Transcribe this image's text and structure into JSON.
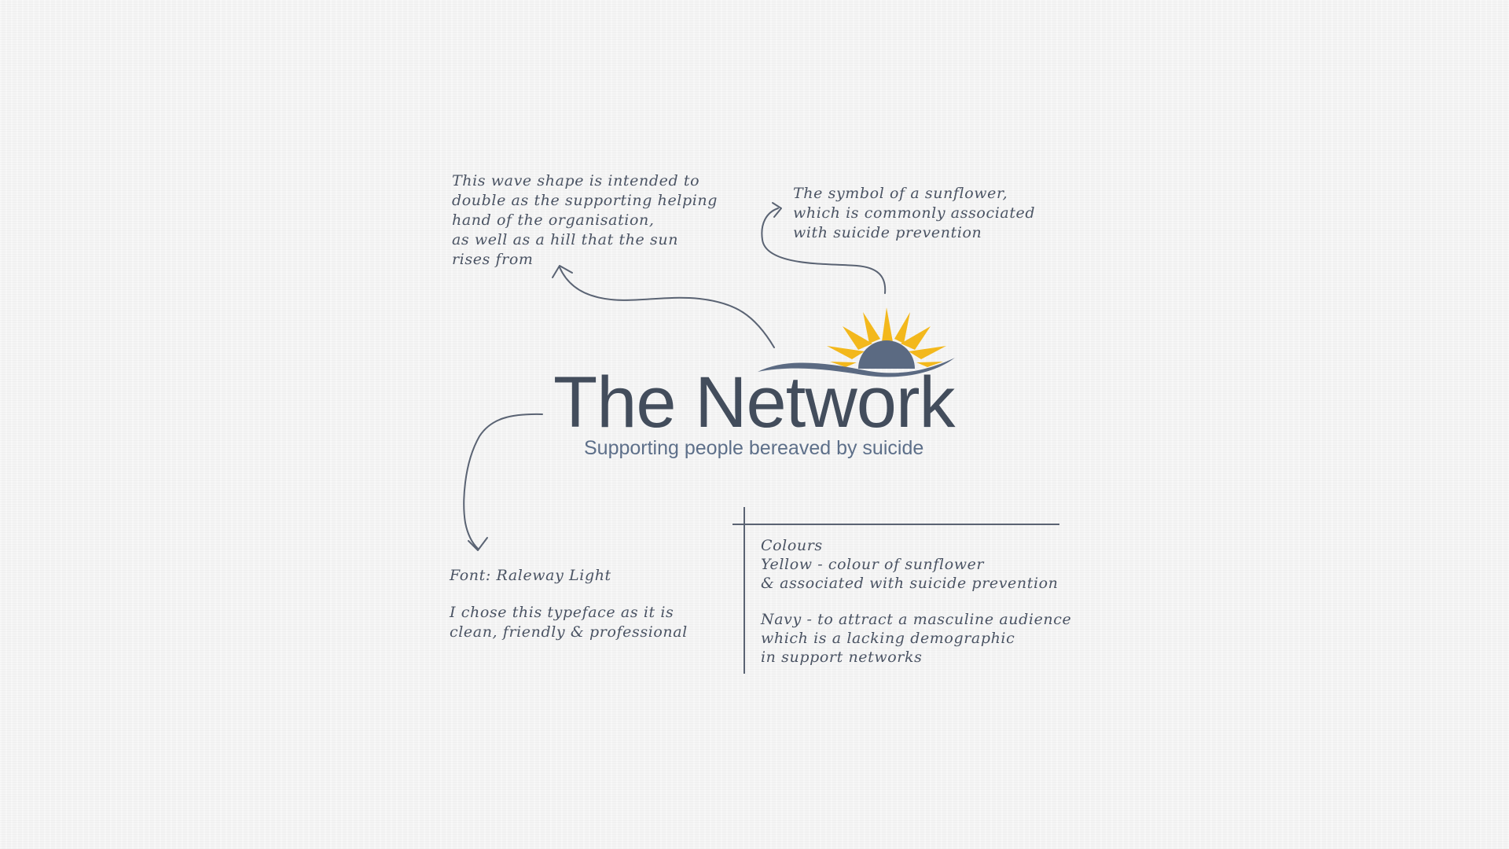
{
  "logo": {
    "title": "The Network",
    "tagline": "Supporting people bereaved by suicide"
  },
  "notes": {
    "wave": {
      "lines": [
        "This wave shape is intended to",
        "double as the supporting helping",
        "hand of the organisation,",
        "as well as a hill that the sun",
        "rises from"
      ]
    },
    "sunflower": {
      "lines": [
        "The symbol of a sunflower,",
        "which is commonly associated",
        "with suicide prevention"
      ]
    },
    "font": {
      "heading": "Font: Raleway Light",
      "lines": [
        "I chose this typeface as it is",
        "clean, friendly & professional"
      ]
    },
    "colours": {
      "heading": "Colours",
      "yellow_lines": [
        "Yellow - colour of sunflower",
        "& associated with suicide prevention"
      ],
      "navy_lines": [
        "Navy - to attract a masculine audience",
        "which is a lacking demographic",
        "in support networks"
      ]
    }
  },
  "colors": {
    "yellow": "#f3b81c",
    "navy": "#5b6a82",
    "ink": "#4a5363",
    "title": "#434d5c",
    "tagline": "#5d6f89"
  }
}
